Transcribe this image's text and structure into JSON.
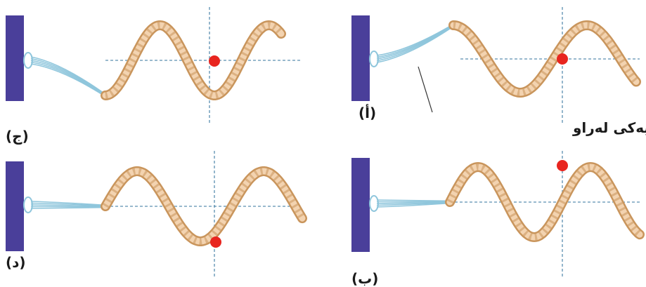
{
  "figure": {
    "annotation": "راستەیەکی لەراو",
    "panels": [
      {
        "id": "a",
        "label": "(أ)",
        "dot_level": 0.0,
        "dot_direction": "rising",
        "rod_tip_level": 1.0
      },
      {
        "id": "b",
        "label": "(ب)",
        "dot_level": 1.0,
        "dot_direction": "crest",
        "rod_tip_level": 0.0
      },
      {
        "id": "c",
        "label": "(ج)",
        "dot_level": 0.0,
        "dot_direction": "falling",
        "rod_tip_level": -1.0
      },
      {
        "id": "d",
        "label": "(د)",
        "dot_level": -1.0,
        "dot_direction": "trough",
        "rod_tip_level": 0.0
      }
    ],
    "colors": {
      "wall": "#4a3f9a",
      "rod": "#8fc6dc",
      "rope_outline": "#c9955c",
      "rope_fill": "#f3d3b0",
      "axis": "#5a8fb0",
      "dot": "#e8251f"
    }
  }
}
